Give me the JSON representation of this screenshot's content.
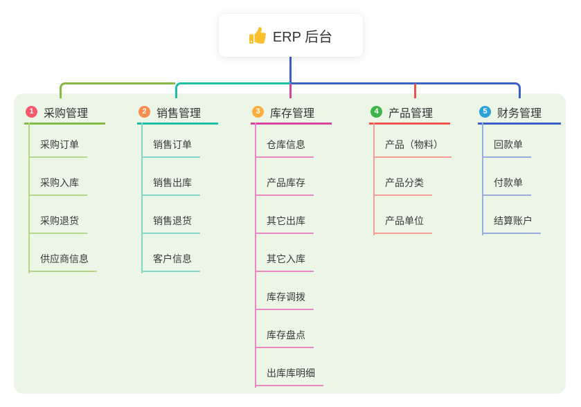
{
  "root": {
    "label": "ERP 后台",
    "icon": "thumbs-up-icon",
    "icon_color": "#fbc02d"
  },
  "connector_color": "#3b5fc9",
  "panel_color": "#ecf6e6",
  "branches": [
    {
      "number": "1",
      "title": "采购管理",
      "accent": "#84bb44",
      "light": "#b2d78d",
      "badge": "#f8596b",
      "children": [
        "采购订单",
        "采购入库",
        "采购退货",
        "供应商信息"
      ]
    },
    {
      "number": "2",
      "title": "销售管理",
      "accent": "#1fbfa7",
      "light": "#84d6c8",
      "badge": "#fb8a4d",
      "children": [
        "销售订单",
        "销售出库",
        "销售退货",
        "客户信息"
      ]
    },
    {
      "number": "3",
      "title": "库存管理",
      "accent": "#d643a0",
      "light": "#ec87c5",
      "badge": "#fbae3d",
      "children": [
        "仓库信息",
        "产品库存",
        "其它出库",
        "其它入库",
        "库存调拨",
        "库存盘点",
        "出库库明细"
      ]
    },
    {
      "number": "4",
      "title": "产品管理",
      "accent": "#ef5350",
      "light": "#f79d98",
      "badge": "#3fb44b",
      "children": [
        "产品（物料）",
        "产品分类",
        "产品单位"
      ]
    },
    {
      "number": "5",
      "title": "财务管理",
      "accent": "#3b5fc9",
      "light": "#97acdf",
      "badge": "#2ba2dc",
      "children": [
        "回款单",
        "付款单",
        "结算账户"
      ]
    }
  ]
}
